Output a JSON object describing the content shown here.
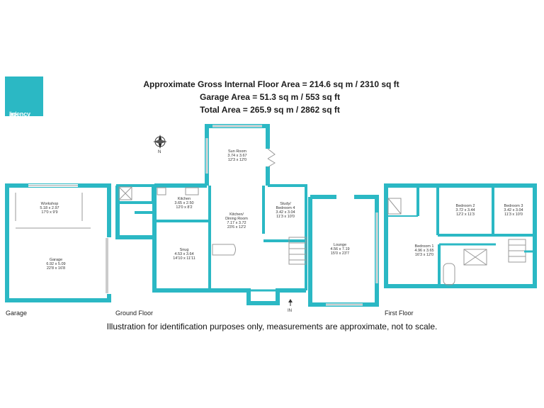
{
  "brand": {
    "logo_part1": "link",
    "logo_part2": "agency",
    "color": "#2bb8c4"
  },
  "areas": {
    "line1": "Approximate Gross Internal Floor Area =  214.6 sq m / 2310 sq ft",
    "line2": "Garage Area =  51.3 sq m / 553 sq ft",
    "line3": "Total Area =  265.9 sq m / 2862 sq ft"
  },
  "compass": {
    "label": "N"
  },
  "rooms": {
    "workshop": {
      "name": "Workshop",
      "metric": "5.18 x 2.97",
      "imperial": "17'0 x 9'9"
    },
    "garage": {
      "name": "Garage",
      "metric": "6.92 x 5.09",
      "imperial": "22'8 x 16'8"
    },
    "kitchen": {
      "name": "Kitchen",
      "metric": "3.65 x 2.50",
      "imperial": "12'0 x 8'2"
    },
    "snug": {
      "name": "Snug",
      "metric": "4.53 x 3.64",
      "imperial": "14'10 x 11'11"
    },
    "kitchen_dining": {
      "name1": "Kitchen/",
      "name2": "Dining Room",
      "metric": "7.17 x 3.72",
      "imperial": "23'6 x 12'2"
    },
    "sun_room": {
      "name": "Sun Room",
      "metric": "3.74 x 3.67",
      "imperial": "12'3 x 12'0"
    },
    "study": {
      "name1": "Study/",
      "name2": "Bedroom 4",
      "metric": "3.42 x 3.04",
      "imperial": "11'3 x 10'0"
    },
    "lounge": {
      "name": "Lounge",
      "metric": "4.56 x 7.19",
      "imperial": "15'0 x 23'7"
    },
    "bedroom1": {
      "name": "Bedroom 1",
      "metric": "4.96 x 3.65",
      "imperial": "16'3 x 12'0"
    },
    "bedroom2": {
      "name": "Bedroom 2",
      "metric": "3.72 x 3.44",
      "imperial": "12'2 x 11'3"
    },
    "bedroom3": {
      "name": "Bedroom 3",
      "metric": "3.42 x 3.04",
      "imperial": "11'3 x 10'0"
    }
  },
  "entrance": {
    "label": "IN"
  },
  "floors": {
    "garage": "Garage",
    "ground": "Ground Floor",
    "first": "First Floor"
  },
  "disclaimer": "Illustration for identification purposes only, measurements are approximate, not to scale.",
  "colors": {
    "wall": "#2bb8c4",
    "fixture": "#999999"
  }
}
